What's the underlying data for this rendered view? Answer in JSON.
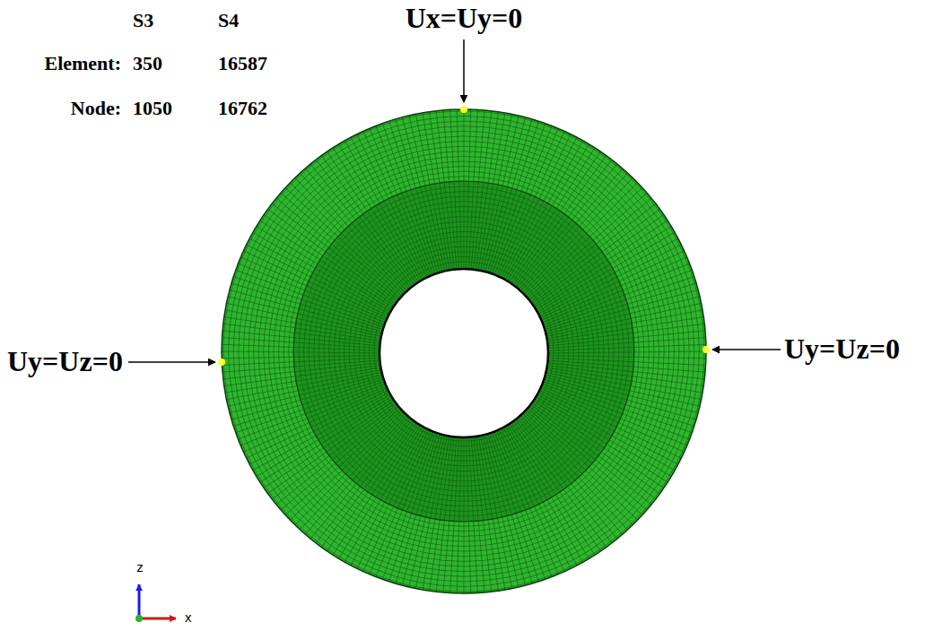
{
  "diagram": {
    "labels": [
      "S3",
      "S4",
      "Element:",
      "350",
      "16587",
      "Node:",
      "1050",
      "16762",
      "Ux=Uy=0",
      "Uy=Uz=0",
      "Uy=Uz=0",
      "z",
      "x"
    ]
  }
}
